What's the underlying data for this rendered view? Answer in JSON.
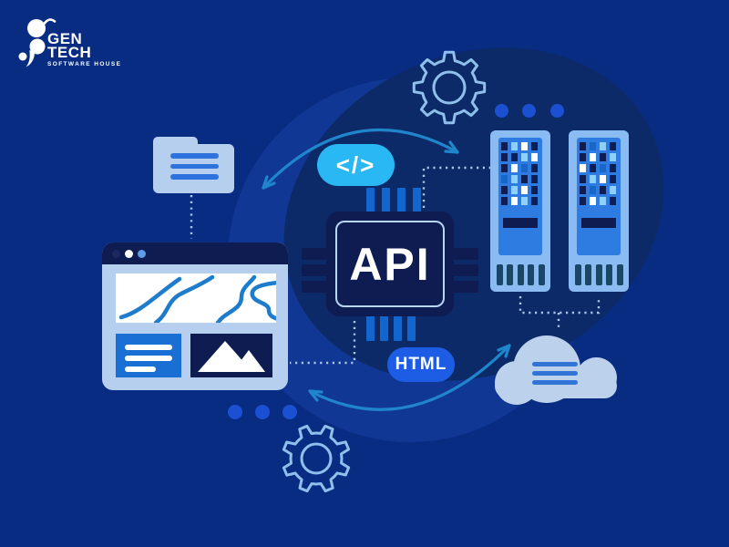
{
  "logo": {
    "line1": "GEN",
    "line2": "TECH",
    "tagline": "SOFTWARE HOUSE"
  },
  "labels": {
    "code_badge": "</>",
    "api_chip": "API",
    "html_badge": "HTML"
  },
  "colors": {
    "background": "#092c83",
    "bg_circle": "#113795",
    "bg_blob": "#0d2a68",
    "navy": "#0e1c52",
    "cyan": "#29b8f4",
    "royal": "#1d5ce4",
    "panel_blue": "#1a6fd4",
    "server_frame": "#8abbf2",
    "server_panel": "#2e7ce2",
    "vent": "#1a4766",
    "light": "#b7cfee",
    "line_blue": "#2e72dd",
    "arrow": "#1f86cc",
    "dotted": "#a9c6ea",
    "dot": "#1c50d2",
    "gear": "#8fc0ec",
    "map_line": "#1e7ccc",
    "pin_blue": "#1466cf",
    "chip_outline": "#b9d4f4",
    "cloud": "#bcd2ec",
    "cloud_line": "#3273d6",
    "dot_dark": "#1b2960",
    "dot_light": "#5f9ce8",
    "white": "#ffffff"
  },
  "servers": {
    "cell_colors": {
      "n": "#0e1d52",
      "w": "#ffffff",
      "l": "#8fd0f8",
      "b": "#1766c8"
    },
    "left_pattern": [
      "n",
      "l",
      "w",
      "n",
      "n",
      "n",
      "l",
      "w",
      "n",
      "w",
      "b",
      "n",
      "b",
      "l",
      "n",
      "n",
      "n",
      "l",
      "w",
      "n",
      "n",
      "w",
      "l",
      "n"
    ],
    "right_pattern": [
      "n",
      "b",
      "l",
      "n",
      "n",
      "w",
      "n",
      "l",
      "w",
      "n",
      "b",
      "n",
      "n",
      "l",
      "w",
      "n",
      "n",
      "b",
      "n",
      "l",
      "n",
      "w",
      "l",
      "n"
    ]
  }
}
